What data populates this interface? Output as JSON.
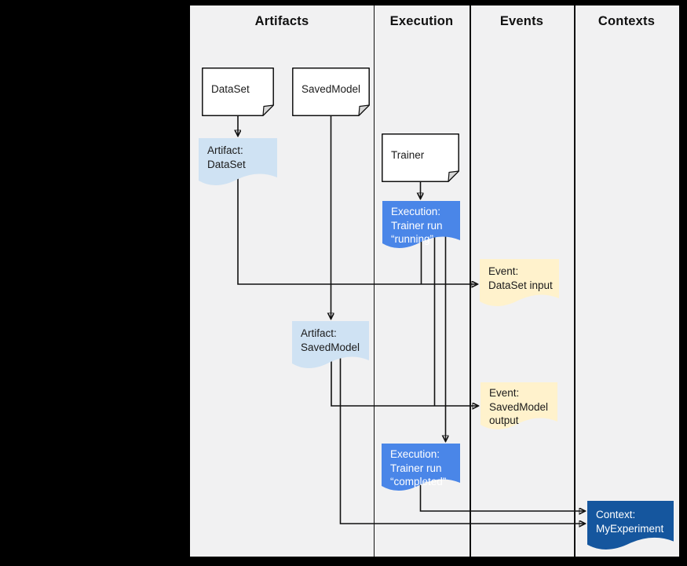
{
  "columns": [
    {
      "label": "Artifacts"
    },
    {
      "label": "Execution"
    },
    {
      "label": "Events"
    },
    {
      "label": "Contexts"
    }
  ],
  "nodes": {
    "dataset": {
      "label": "DataSet"
    },
    "savedmodel": {
      "label": "SavedModel"
    },
    "trainer": {
      "label": "Trainer"
    },
    "artifact_dataset": {
      "lines": [
        "Artifact:",
        "DataSet"
      ]
    },
    "execution_running": {
      "lines": [
        "Execution:",
        "Trainer run",
        "“running”"
      ]
    },
    "event_dataset_input": {
      "lines": [
        "Event:",
        "DataSet input"
      ]
    },
    "artifact_savedmodel": {
      "lines": [
        "Artifact:",
        "SavedModel"
      ]
    },
    "event_savedmodel_output": {
      "lines": [
        "Event:",
        "SavedModel",
        "output"
      ]
    },
    "execution_completed": {
      "lines": [
        "Execution:",
        "Trainer run",
        "“completed”"
      ]
    },
    "context_myexperiment": {
      "lines": [
        "Context:",
        "MyExperiment"
      ]
    }
  },
  "colors": {
    "page_background": "#000000",
    "canvas_background": "#f1f1f2",
    "artifact_fill": "#cfe2f3",
    "execution_fill": "#4a86e8",
    "event_fill": "#fff2cc",
    "context_fill": "#15569e",
    "document_fill": "#ffffff",
    "line": "#111111"
  }
}
